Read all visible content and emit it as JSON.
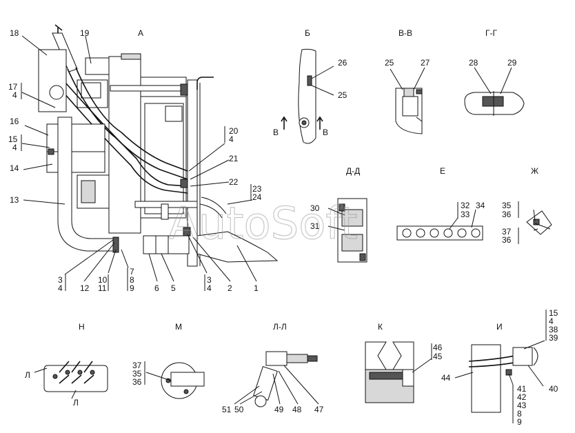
{
  "watermark": "AutoSoft",
  "views": {
    "a": "А",
    "b": "Б",
    "vv": "В-В",
    "gg": "Г-Г",
    "dd": "Д-Д",
    "e": "Е",
    "zh": "Ж",
    "n": "Н",
    "m": "М",
    "ll": "Л-Л",
    "k": "К",
    "i": "И"
  },
  "section_marks": {
    "v1": "В",
    "v2": "В",
    "l1": "Л",
    "l2": "Л"
  },
  "callouts": {
    "c18": "18",
    "c19": "19",
    "c17": "17",
    "c17b": "4",
    "c16": "16",
    "c15": "15",
    "c15b": "4",
    "c14": "14",
    "c13": "13",
    "c20": "20",
    "c20b": "4",
    "c21": "21",
    "c22": "22",
    "c23": "23",
    "c24": "24",
    "c3a": "3",
    "c3ab": "4",
    "c12": "12",
    "c10": "10",
    "c11": "11",
    "c7": "7",
    "c8": "8",
    "c9": "9",
    "c6": "6",
    "c5": "5",
    "c3b": "3",
    "c3bb": "4",
    "c2": "2",
    "c1": "1",
    "c26": "26",
    "c25": "25",
    "c25b": "25",
    "c27": "27",
    "c28": "28",
    "c29": "29",
    "c30": "30",
    "c31": "31",
    "c32": "32",
    "c33": "33",
    "c34": "34",
    "c35": "35",
    "c36": "36",
    "c37": "37",
    "c36b": "36",
    "m37": "37",
    "m35": "35",
    "m36": "36",
    "c51": "51",
    "c50": "50",
    "c49": "49",
    "c48": "48",
    "c47": "47",
    "c46": "46",
    "c45": "45",
    "i15": "15",
    "i4": "4",
    "i38": "38",
    "i39": "39",
    "c44": "44",
    "c40": "40",
    "i41": "41",
    "i42": "42",
    "i43": "43",
    "i8": "8",
    "i9": "9"
  }
}
